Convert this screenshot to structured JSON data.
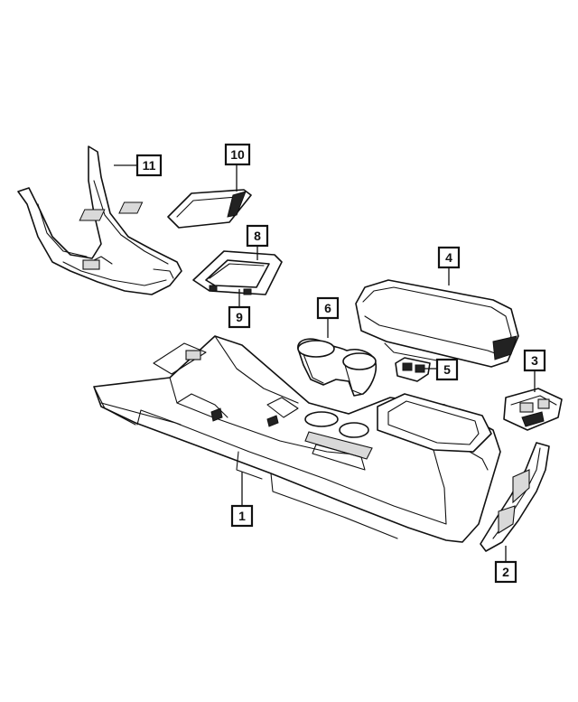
{
  "callouts": {
    "c1": "1",
    "c2": "2",
    "c3": "3",
    "c4": "4",
    "c5": "5",
    "c6": "6",
    "c8": "8",
    "c9": "9",
    "c10": "10",
    "c11": "11"
  }
}
